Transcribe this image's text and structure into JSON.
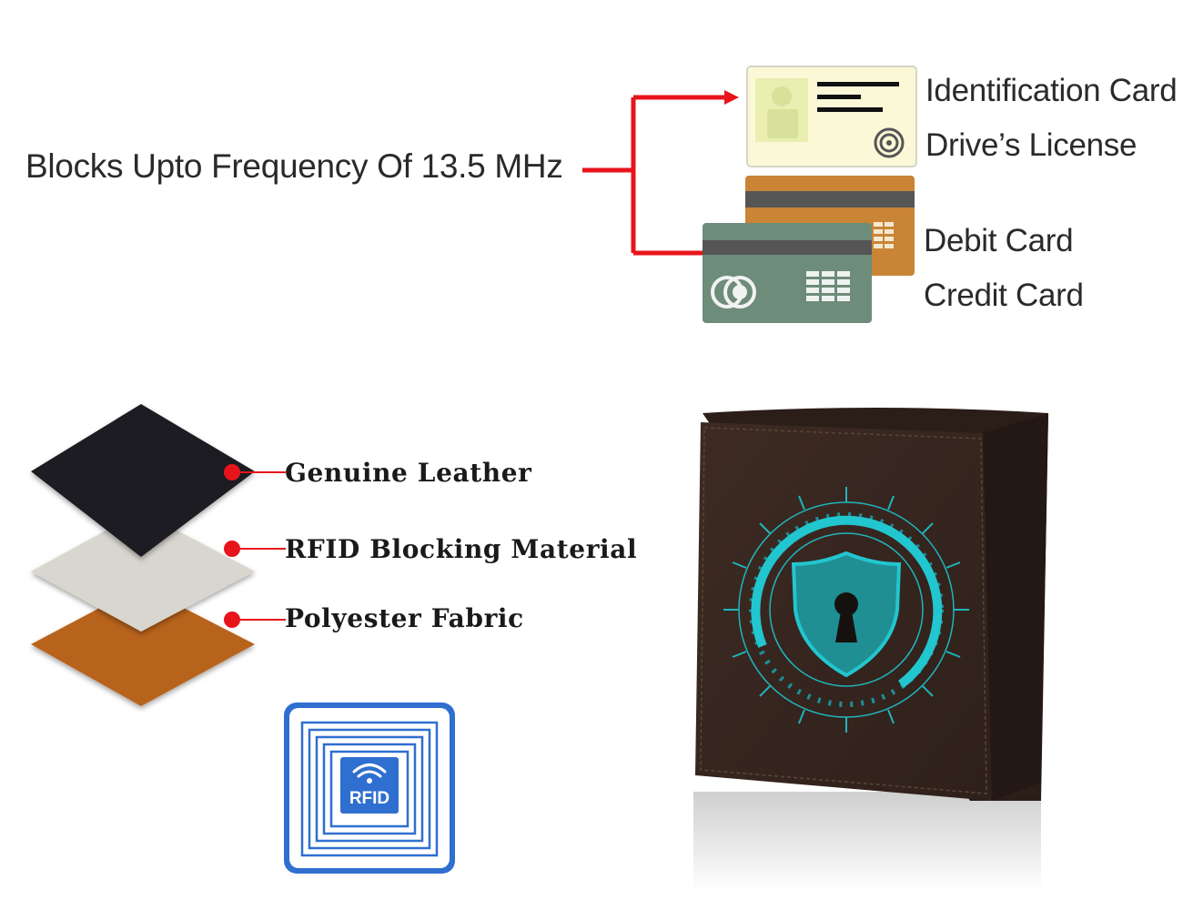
{
  "frequency": {
    "label": "Blocks Upto Frequency Of 13.5 MHz"
  },
  "cards": {
    "id_cards": [
      "Identification Card",
      "Drive’s License"
    ],
    "bank_cards": [
      "Debit Card",
      "Credit Card"
    ]
  },
  "layers": [
    {
      "label": "Genuine Leather",
      "color": "#1e1e22"
    },
    {
      "label": "RFID Blocking Material",
      "color": "#d8d6cf"
    },
    {
      "label": "Polyester Fabric",
      "color": "#b8641e"
    }
  ],
  "rfid_tag": {
    "label": "RFID",
    "color": "#2f6fd0"
  },
  "wallet": {
    "brand": "",
    "leather_color": "#3b2a22",
    "shield_color": "#1fb5bd",
    "icon": "shield-keyhole-icon"
  },
  "colors": {
    "arrow": "#e8141c",
    "marker": "#e8141c"
  }
}
